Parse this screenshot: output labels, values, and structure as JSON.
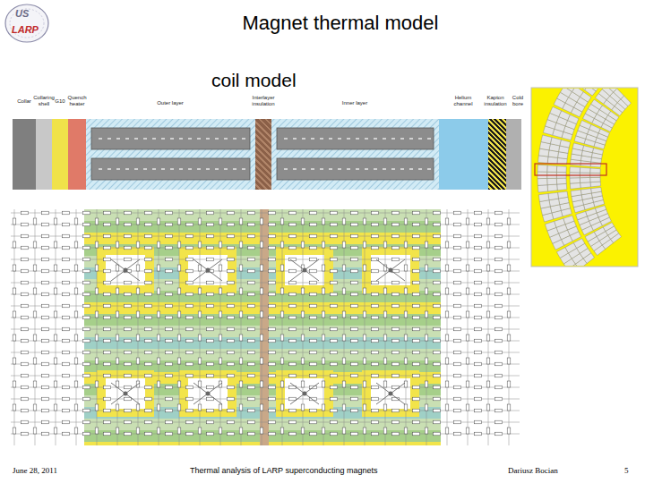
{
  "diagram": {
    "title": "Magnet thermal model",
    "nodes": [
      {
        "text": [
          "Collar"
        ]
      },
      {
        "text": [
          "Collaring shell"
        ]
      },
      {
        "text": [
          "G10"
        ]
      },
      {
        "text": [
          "Quench heater"
        ]
      },
      {
        "text": [
          "Outer layer"
        ]
      },
      {
        "text": [
          "Interlayer insulation"
        ]
      },
      {
        "text": [
          "Inner layer"
        ]
      },
      {
        "text": [
          "Helium channel"
        ]
      },
      {
        "text": [
          "Kapton insulation"
        ]
      },
      {
        "text": [
          "Cold bore"
        ]
      }
    ],
    "labels": [
      "US",
      "LARP",
      "coil model",
      "June 28, 2011",
      "Thermal analysis of LARP superconducting magnets",
      "Dariusz Bocian",
      "5"
    ]
  }
}
